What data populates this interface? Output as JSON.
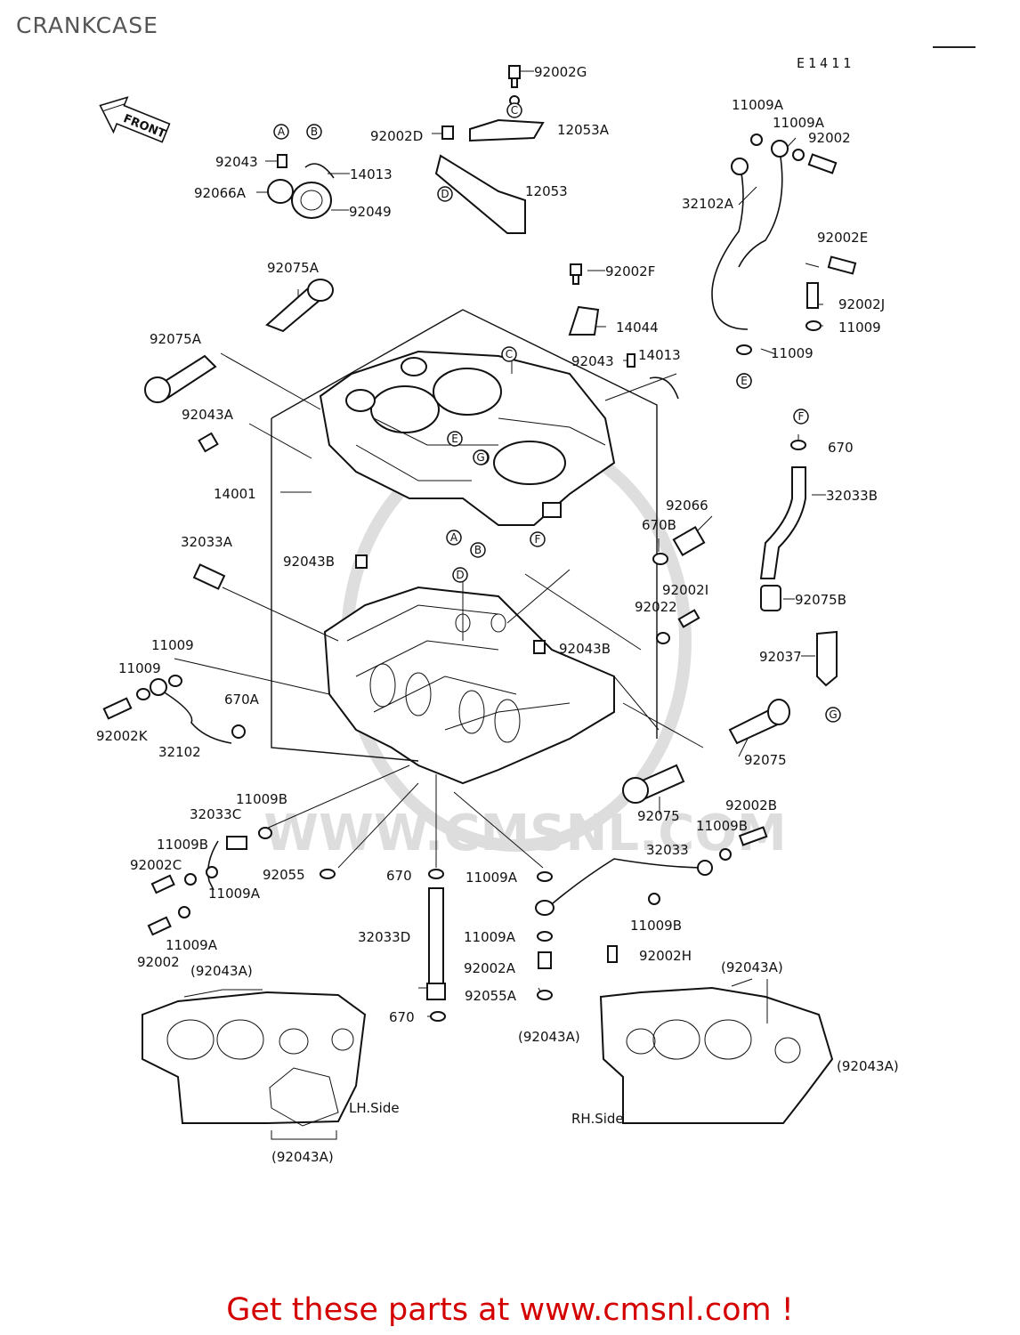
{
  "header": {
    "title": "CRANKCASE",
    "diagram_code": "E1411"
  },
  "front_label": "FRONT",
  "watermark": "WWW.CMSNL.COM",
  "parts": [
    {
      "text": "92002G"
    },
    {
      "text": "12053A"
    },
    {
      "text": "92002D"
    },
    {
      "text": "12053"
    },
    {
      "text": "92043"
    },
    {
      "text": "14013"
    },
    {
      "text": "92066A"
    },
    {
      "text": "92049"
    },
    {
      "text": "92075A"
    },
    {
      "text": "92075A"
    },
    {
      "text": "92002F"
    },
    {
      "text": "14044"
    },
    {
      "text": "92043"
    },
    {
      "text": "14013"
    },
    {
      "text": "92043A"
    },
    {
      "text": "14001"
    },
    {
      "text": "11009A"
    },
    {
      "text": "11009A"
    },
    {
      "text": "92002"
    },
    {
      "text": "32102A"
    },
    {
      "text": "92002E"
    },
    {
      "text": "92002J"
    },
    {
      "text": "11009"
    },
    {
      "text": "11009"
    },
    {
      "text": "670"
    },
    {
      "text": "32033B"
    },
    {
      "text": "92066"
    },
    {
      "text": "670B"
    },
    {
      "text": "32033A"
    },
    {
      "text": "92043B"
    },
    {
      "text": "92002I"
    },
    {
      "text": "92022"
    },
    {
      "text": "92075B"
    },
    {
      "text": "92043B"
    },
    {
      "text": "92037"
    },
    {
      "text": "11009"
    },
    {
      "text": "11009"
    },
    {
      "text": "670A"
    },
    {
      "text": "92002K"
    },
    {
      "text": "32102"
    },
    {
      "text": "92075"
    },
    {
      "text": "92075"
    },
    {
      "text": "11009B"
    },
    {
      "text": "32033C"
    },
    {
      "text": "11009B"
    },
    {
      "text": "92002C"
    },
    {
      "text": "11009A"
    },
    {
      "text": "11009A"
    },
    {
      "text": "92002"
    },
    {
      "text": "92055"
    },
    {
      "text": "670"
    },
    {
      "text": "11009A"
    },
    {
      "text": "92002B"
    },
    {
      "text": "11009B"
    },
    {
      "text": "32033"
    },
    {
      "text": "11009B"
    },
    {
      "text": "11009A"
    },
    {
      "text": "32033D"
    },
    {
      "text": "92002A"
    },
    {
      "text": "92055A"
    },
    {
      "text": "670"
    },
    {
      "text": "92002H"
    },
    {
      "text": "(92043A)"
    },
    {
      "text": "(92043A)"
    },
    {
      "text": "(92043A)"
    },
    {
      "text": "(92043A)"
    },
    {
      "text": "(92043A)"
    },
    {
      "text": "LH.Side"
    },
    {
      "text": "RH.Side"
    }
  ],
  "markers": [
    "A",
    "B",
    "C",
    "D",
    "E",
    "F",
    "G",
    "E",
    "G",
    "A",
    "B",
    "F",
    "D",
    "C",
    "E",
    "G"
  ],
  "footer": {
    "promo": "Get these parts at www.cmsnl.com !"
  }
}
